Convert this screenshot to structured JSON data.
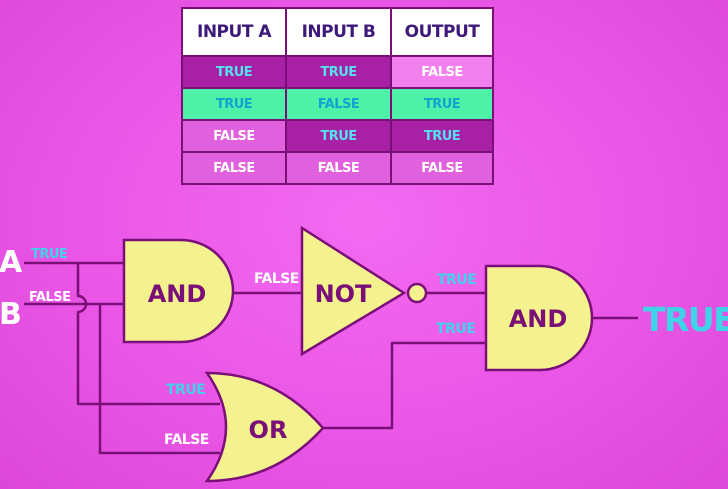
{
  "table": {
    "headers": [
      "INPUT A",
      "INPUT B",
      "OUTPUT"
    ],
    "rows": [
      [
        "TRUE",
        "TRUE",
        "FALSE"
      ],
      [
        "TRUE",
        "FALSE",
        "TRUE"
      ],
      [
        "FALSE",
        "TRUE",
        "TRUE"
      ],
      [
        "FALSE",
        "FALSE",
        "FALSE"
      ]
    ]
  },
  "circuit": {
    "input_a": {
      "name": "A",
      "value": "TRUE"
    },
    "input_b": {
      "name": "B",
      "value": "FALSE"
    },
    "gate_and1": "AND",
    "gate_not": "NOT",
    "gate_or": "OR",
    "gate_and2": "AND",
    "and1_out": "FALSE",
    "not_out": "TRUE",
    "or_out": "TRUE",
    "or_in_top": "TRUE",
    "or_in_bottom": "FALSE",
    "final_output": "TRUE"
  },
  "colors": {
    "background": "#ea56e6",
    "gate_fill": "#f4f28e",
    "gate_stroke": "#7a0f78",
    "label_cyan": "#3fd3e8",
    "gate_text": "#7a0f78"
  }
}
